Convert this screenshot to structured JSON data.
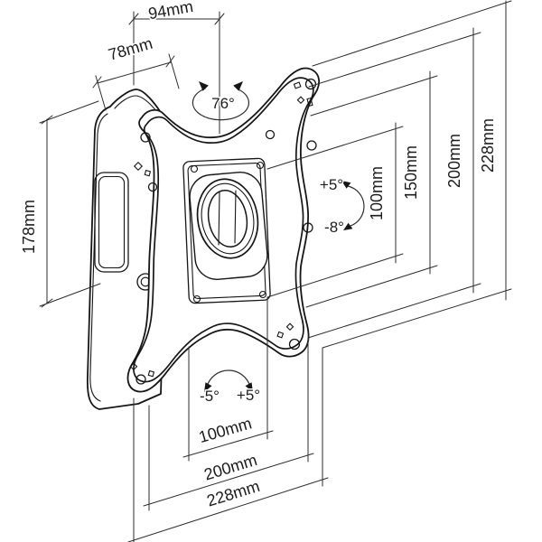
{
  "diagram": {
    "description": "Technical line drawing of a tilt and swivel TV wall mount bracket with dimension annotations",
    "colors": {
      "background": "#ffffff",
      "line": "#161616",
      "dimension_line": "#2e2e2e"
    },
    "dimensions": {
      "top_width": "94mm",
      "bracket_depth": "78mm",
      "wall_plate_height": "178mm",
      "right": [
        "100mm",
        "150mm",
        "200mm",
        "228mm"
      ],
      "bottom": [
        "100mm",
        "200mm",
        "228mm"
      ]
    },
    "angles": {
      "swivel_range": "76°",
      "tilt_up": "+5°",
      "tilt_down": "-8°",
      "rotate_left": "-5°",
      "rotate_right": "+5°"
    }
  }
}
